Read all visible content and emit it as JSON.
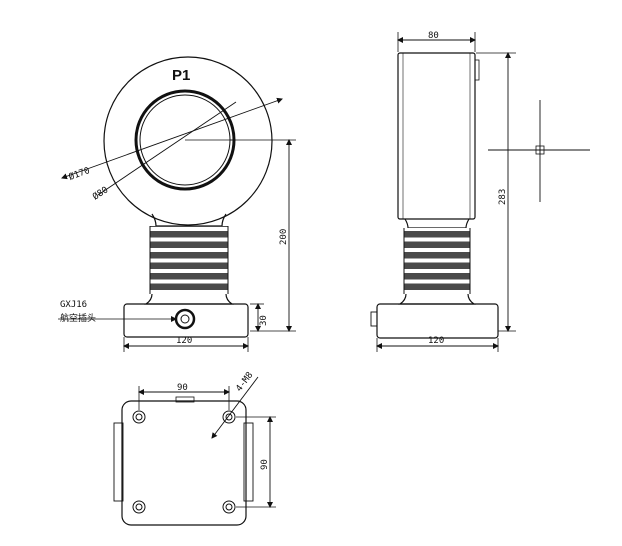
{
  "front_view": {
    "label_p1": "P1",
    "dia_outer": "Ø170",
    "dia_inner": "Ø80",
    "height_total": "200",
    "base_height": "30",
    "base_width": "120",
    "connector_code": "GXJ16",
    "connector_desc": "航空插头"
  },
  "side_view": {
    "top_width": "80",
    "height_total": "283",
    "base_width": "120"
  },
  "bottom_view": {
    "hole_spacing_x": "90",
    "hole_spacing_y": "90",
    "hole_spec": "4-M8"
  },
  "colors": {
    "line": "#111111",
    "insulator": "#4a4a4a"
  }
}
